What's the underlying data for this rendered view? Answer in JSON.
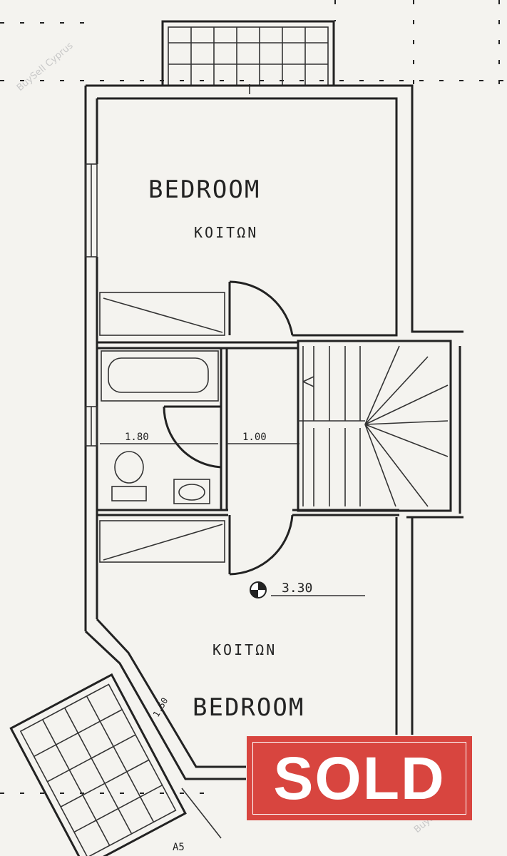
{
  "rooms": {
    "top_bedroom_en": "BEDROOM",
    "top_bedroom_gr": "KOITΩN",
    "bottom_bedroom_gr": "KOITΩN",
    "bottom_bedroom_en": "BEDROOM"
  },
  "dimensions": {
    "bath_width": "1.80",
    "hall_width": "1.00",
    "bedroom_length": "3.30",
    "balcony_depth": "1.50",
    "bottom_marker": "A5"
  },
  "watermark": "BuySell Cyprus",
  "badge": {
    "label": "SOLD",
    "color": "#d8453f"
  }
}
